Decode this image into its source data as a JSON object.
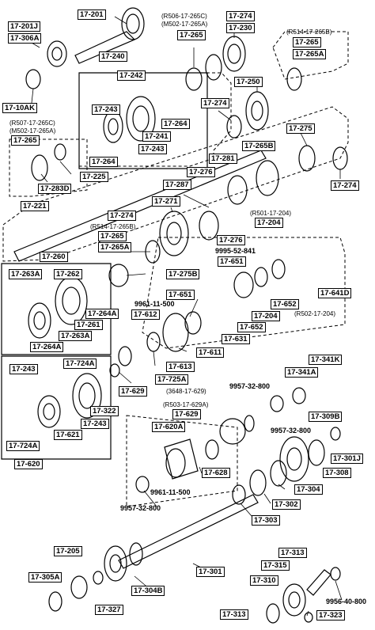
{
  "labels": {
    "p17_201": "17-201",
    "p17_201J": "17-201J",
    "p17_306A": "17-306A",
    "p17_240": "17-240",
    "p17_10AK": "17-10AK",
    "p17_274_a": "17-274",
    "p17_230": "17-230",
    "p17_265_a": "17-265",
    "p17_265B_a": "17-265",
    "p17_265A_a": "17-265A",
    "p17_242": "17-242",
    "p17_243_a": "17-243",
    "p17_250": "17-250",
    "p17_274_b": "17-274",
    "p17_264_a": "17-264",
    "p17_241": "17-241",
    "p17_243_b": "17-243",
    "p17_264_b": "17-264",
    "p17_265_b": "17-265",
    "p17_275": "17-275",
    "p17_265B": "17-265B",
    "p17_283D": "17-283D",
    "p17_225": "17-225",
    "p17_281": "17-281",
    "p17_274_c": "17-274",
    "p17_276_a": "17-276",
    "p17_287": "17-287",
    "p17_221": "17-221",
    "p17_204_a": "17-204",
    "p17_271": "17-271",
    "p17_274_d": "17-274",
    "p17_265_c": "17-265",
    "p17_265A_b": "17-265A",
    "p17_276_b": "17-276",
    "p17_260": "17-260",
    "p17_651_a": "17-651",
    "p17_263A_a": "17-263A",
    "p17_262": "17-262",
    "p17_275B": "17-275B",
    "p17_641D": "17-641D",
    "p17_651_b": "17-651",
    "p17_652_a": "17-652",
    "p17_264A_a": "17-264A",
    "p17_612": "17-612",
    "p17_204_b": "17-204",
    "p17_261": "17-261",
    "p17_652_b": "17-652",
    "p17_263A_b": "17-263A",
    "p17_631": "17-631",
    "p17_264A_b": "17-264A",
    "p17_611": "17-611",
    "p17_341K": "17-341K",
    "p17_243_c": "17-243",
    "p17_724A_a": "17-724A",
    "p17_613": "17-613",
    "p17_341A": "17-341A",
    "p17_725A": "17-725A",
    "p17_629_a": "17-629",
    "p17_322": "17-322",
    "p17_629_b": "17-629",
    "p17_309B": "17-309B",
    "p17_243_d": "17-243",
    "p17_620A": "17-620A",
    "p17_621": "17-621",
    "p17_301J": "17-301J",
    "p17_724A_b": "17-724A",
    "p17_308": "17-308",
    "p17_620": "17-620",
    "p17_628": "17-628",
    "p17_304": "17-304",
    "p17_302": "17-302",
    "p17_303": "17-303",
    "p17_205": "17-205",
    "p17_313_a": "17-313",
    "p17_315": "17-315",
    "p17_305A": "17-305A",
    "p17_301": "17-301",
    "p17_304B": "17-304B",
    "p17_310": "17-310",
    "p17_327": "17-327",
    "p17_313_b": "17-313",
    "p17_323": "17-323"
  },
  "texts": {
    "r506": "(R506-17-265C)",
    "m502": "(M502-17-265A)",
    "r514a": "(R514-17-265B)",
    "r507": "(R507-17-265C)",
    "m502b": "(M502-17-265A)",
    "r501": "(R501-17-204)",
    "r514b": "(R514-17-265B)",
    "n9995": "9995-52-841",
    "n9961a": "9961-11-500",
    "r502": "(R502-17-204)",
    "n3648": "(3648-17-629)",
    "n9957a": "9957-32-800",
    "r503": "(R503-17-629A)",
    "n9957b": "9957-32-800",
    "n9961b": "9961-11-500",
    "n9957c": "9957-32-800",
    "n9956": "9956-40-800"
  }
}
